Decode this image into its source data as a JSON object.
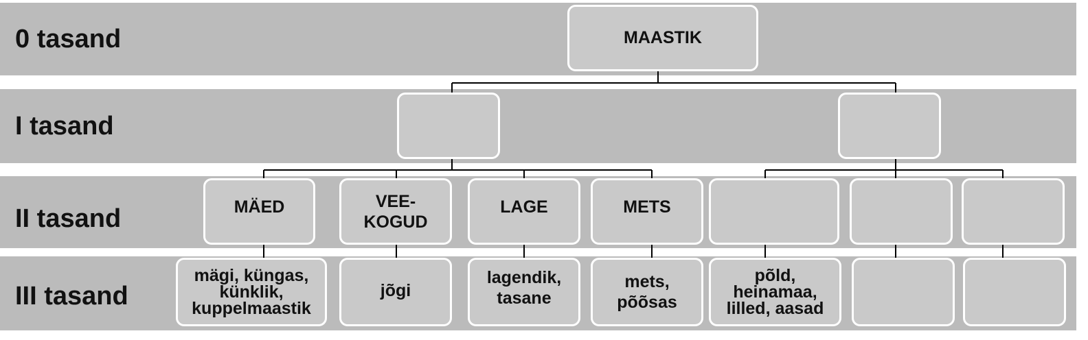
{
  "levels": [
    "0 tasand",
    "I tasand",
    "II tasand",
    "III tasand"
  ],
  "root": "MAASTIK",
  "level1": [
    "",
    ""
  ],
  "level2": [
    "MÄED",
    "VEE-\nKOGUD",
    "LAGE",
    "METS",
    "",
    "",
    ""
  ],
  "level3": [
    "mägi, küngas,\nkünklik,\nkuppelmaastik",
    "jõgi",
    "lagendik,\ntasane",
    "mets,\npõõsas",
    "põld,\nheinamaa,\nlilled, aasad",
    "",
    ""
  ],
  "colors": {
    "band": "#bbbbbb",
    "box": "#c9c9c9",
    "box_border": "#ffffff",
    "line": "#000000"
  }
}
